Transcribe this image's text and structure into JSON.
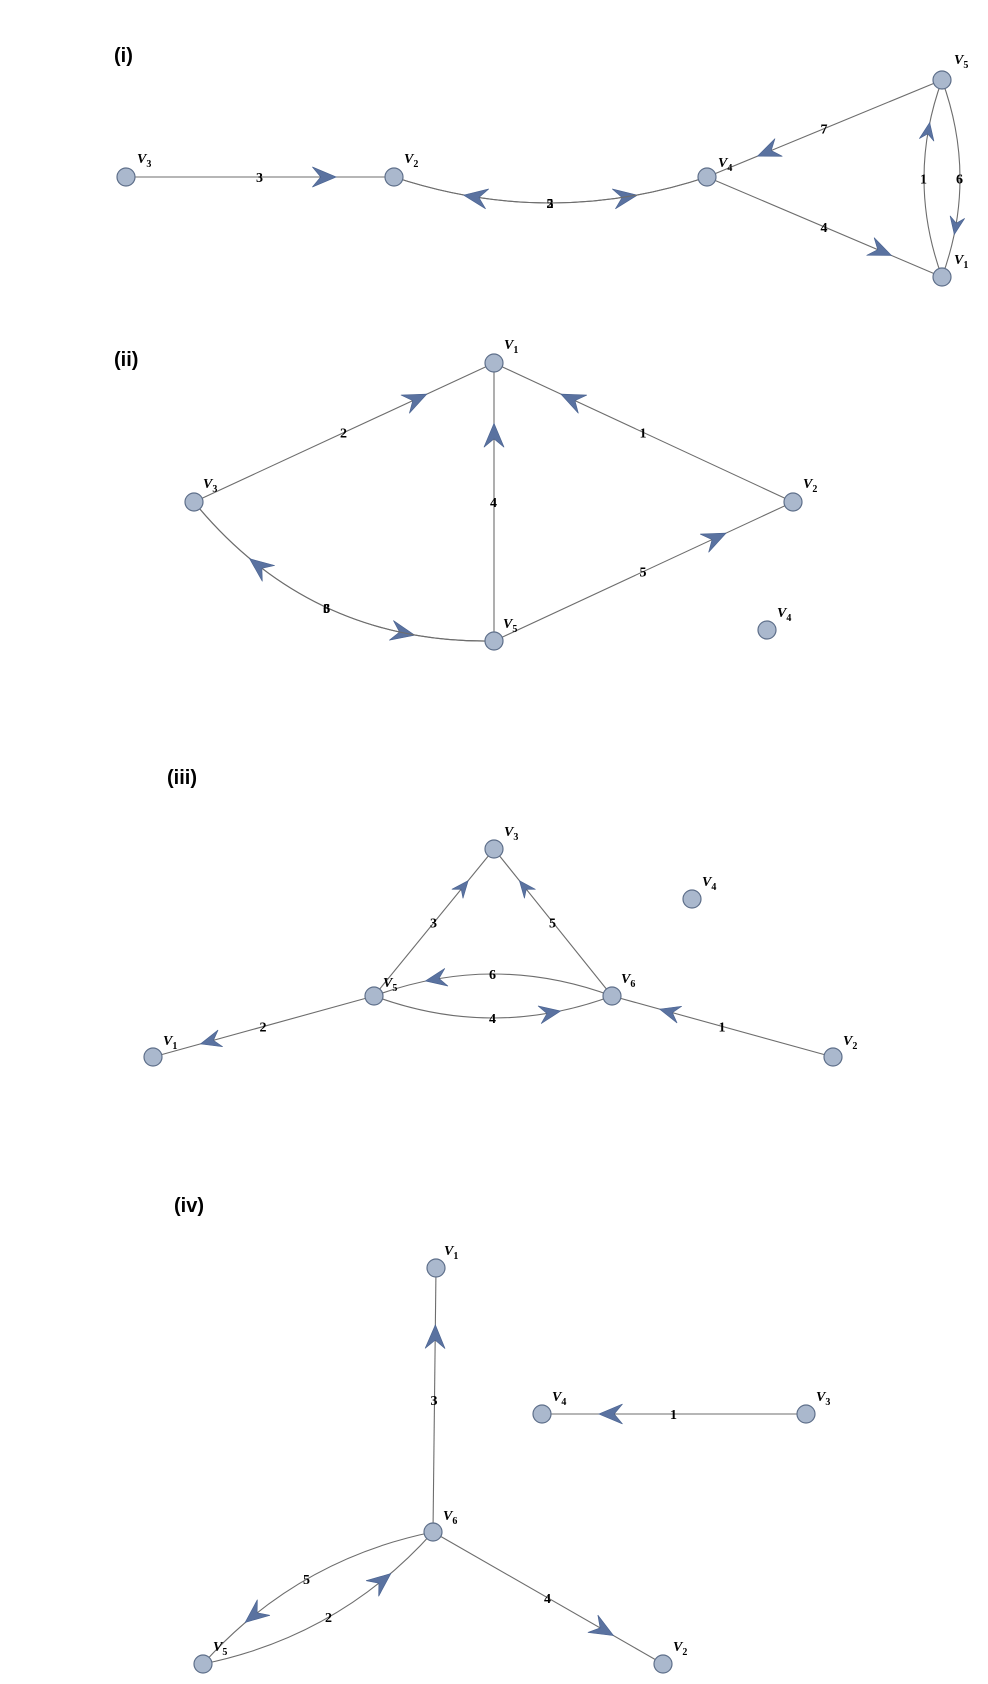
{
  "colors": {
    "node_fill": "#aab8cd",
    "node_stroke": "#5e6f8a",
    "edge": "#6d6d6d",
    "arrow": "#5a72a0"
  },
  "graphs": [
    {
      "label": "(i)",
      "vertices": [
        {
          "id": "V3",
          "name": "V",
          "sub": "3"
        },
        {
          "id": "V2",
          "name": "V",
          "sub": "2"
        },
        {
          "id": "V4",
          "name": "V",
          "sub": "4"
        },
        {
          "id": "V5",
          "name": "V",
          "sub": "5"
        },
        {
          "id": "V1",
          "name": "V",
          "sub": "1"
        }
      ],
      "edges": [
        {
          "from": "V3",
          "to": "V2",
          "weight": "3"
        },
        {
          "from": "V2",
          "to": "V4",
          "weight": "2"
        },
        {
          "from": "V4",
          "to": "V2",
          "weight": "5"
        },
        {
          "from": "V5",
          "to": "V4",
          "weight": "7"
        },
        {
          "from": "V4",
          "to": "V1",
          "weight": "4"
        },
        {
          "from": "V1",
          "to": "V5",
          "weight": "1"
        },
        {
          "from": "V5",
          "to": "V1",
          "weight": "6"
        }
      ]
    },
    {
      "label": "(ii)",
      "vertices": [
        {
          "id": "V1",
          "name": "V",
          "sub": "1"
        },
        {
          "id": "V3",
          "name": "V",
          "sub": "3"
        },
        {
          "id": "V2",
          "name": "V",
          "sub": "2"
        },
        {
          "id": "V5",
          "name": "V",
          "sub": "5"
        },
        {
          "id": "V4",
          "name": "V",
          "sub": "4"
        }
      ],
      "edges": [
        {
          "from": "V3",
          "to": "V1",
          "weight": "2"
        },
        {
          "from": "V2",
          "to": "V1",
          "weight": "1"
        },
        {
          "from": "V5",
          "to": "V1",
          "weight": "4"
        },
        {
          "from": "V3",
          "to": "V5",
          "weight": "3"
        },
        {
          "from": "V5",
          "to": "V3",
          "weight": "6"
        },
        {
          "from": "V5",
          "to": "V2",
          "weight": "5"
        }
      ]
    },
    {
      "label": "(iii)",
      "vertices": [
        {
          "id": "V3",
          "name": "V",
          "sub": "3"
        },
        {
          "id": "V4",
          "name": "V",
          "sub": "4"
        },
        {
          "id": "V5",
          "name": "V",
          "sub": "5"
        },
        {
          "id": "V6",
          "name": "V",
          "sub": "6"
        },
        {
          "id": "V1",
          "name": "V",
          "sub": "1"
        },
        {
          "id": "V2",
          "name": "V",
          "sub": "2"
        }
      ],
      "edges": [
        {
          "from": "V5",
          "to": "V3",
          "weight": "3"
        },
        {
          "from": "V6",
          "to": "V3",
          "weight": "5"
        },
        {
          "from": "V5",
          "to": "V6",
          "weight": "4"
        },
        {
          "from": "V6",
          "to": "V5",
          "weight": "6"
        },
        {
          "from": "V5",
          "to": "V1",
          "weight": "2"
        },
        {
          "from": "V2",
          "to": "V6",
          "weight": "1"
        }
      ]
    },
    {
      "label": "(iv)",
      "vertices": [
        {
          "id": "V1",
          "name": "V",
          "sub": "1"
        },
        {
          "id": "V4",
          "name": "V",
          "sub": "4"
        },
        {
          "id": "V3",
          "name": "V",
          "sub": "3"
        },
        {
          "id": "V6",
          "name": "V",
          "sub": "6"
        },
        {
          "id": "V5",
          "name": "V",
          "sub": "5"
        },
        {
          "id": "V2",
          "name": "V",
          "sub": "2"
        }
      ],
      "edges": [
        {
          "from": "V6",
          "to": "V1",
          "weight": "3"
        },
        {
          "from": "V3",
          "to": "V4",
          "weight": "1"
        },
        {
          "from": "V5",
          "to": "V6",
          "weight": "2"
        },
        {
          "from": "V6",
          "to": "V5",
          "weight": "5"
        },
        {
          "from": "V6",
          "to": "V2",
          "weight": "4"
        }
      ]
    }
  ]
}
